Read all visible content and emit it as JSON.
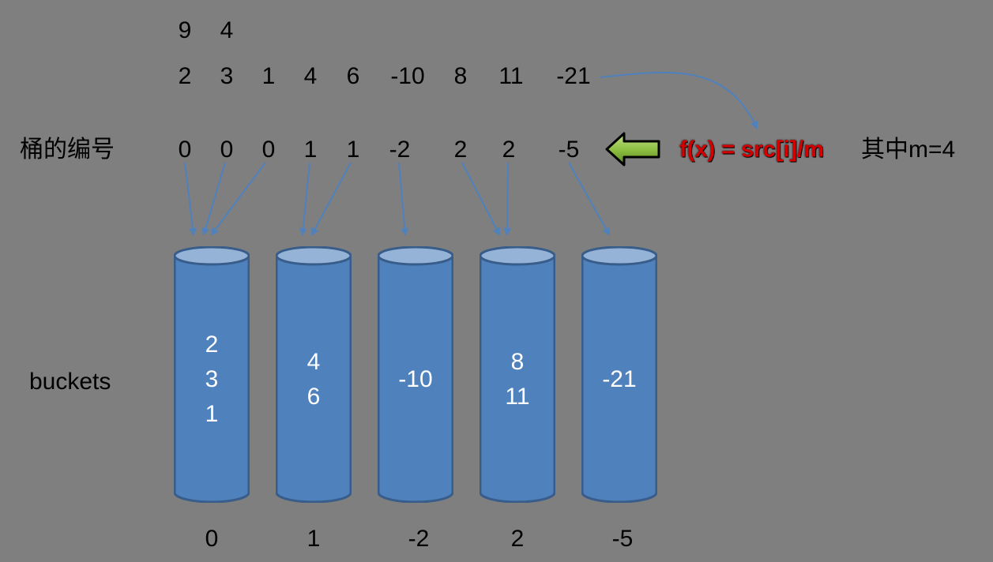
{
  "top_pair": [
    "9",
    "4"
  ],
  "source_values": [
    "2",
    "3",
    "1",
    "4",
    "6",
    "-10",
    "8",
    "11",
    "-21"
  ],
  "bucket_label_title": "桶的编号",
  "bucket_indices": [
    "0",
    "0",
    "0",
    "1",
    "1",
    "-2",
    "2",
    "2",
    "-5"
  ],
  "formula": "f(x) = src[i]/m",
  "formula_note": "其中m=4",
  "buckets_label": "buckets",
  "buckets": [
    {
      "id": "0",
      "values": [
        "2",
        "3",
        "1"
      ]
    },
    {
      "id": "1",
      "values": [
        "4",
        "6"
      ]
    },
    {
      "id": "-2",
      "values": [
        "-10"
      ]
    },
    {
      "id": "2",
      "values": [
        "8",
        "11"
      ]
    },
    {
      "id": "-5",
      "values": [
        "-21"
      ]
    }
  ],
  "colors": {
    "background": "#7f7f7f",
    "bucket_fill": "#4f81bd",
    "bucket_top": "#95b3d7",
    "bucket_stroke": "#385d8a",
    "arrow": "#4f81bd",
    "formula": "#d40000",
    "left_arrow": "#7fb539"
  }
}
